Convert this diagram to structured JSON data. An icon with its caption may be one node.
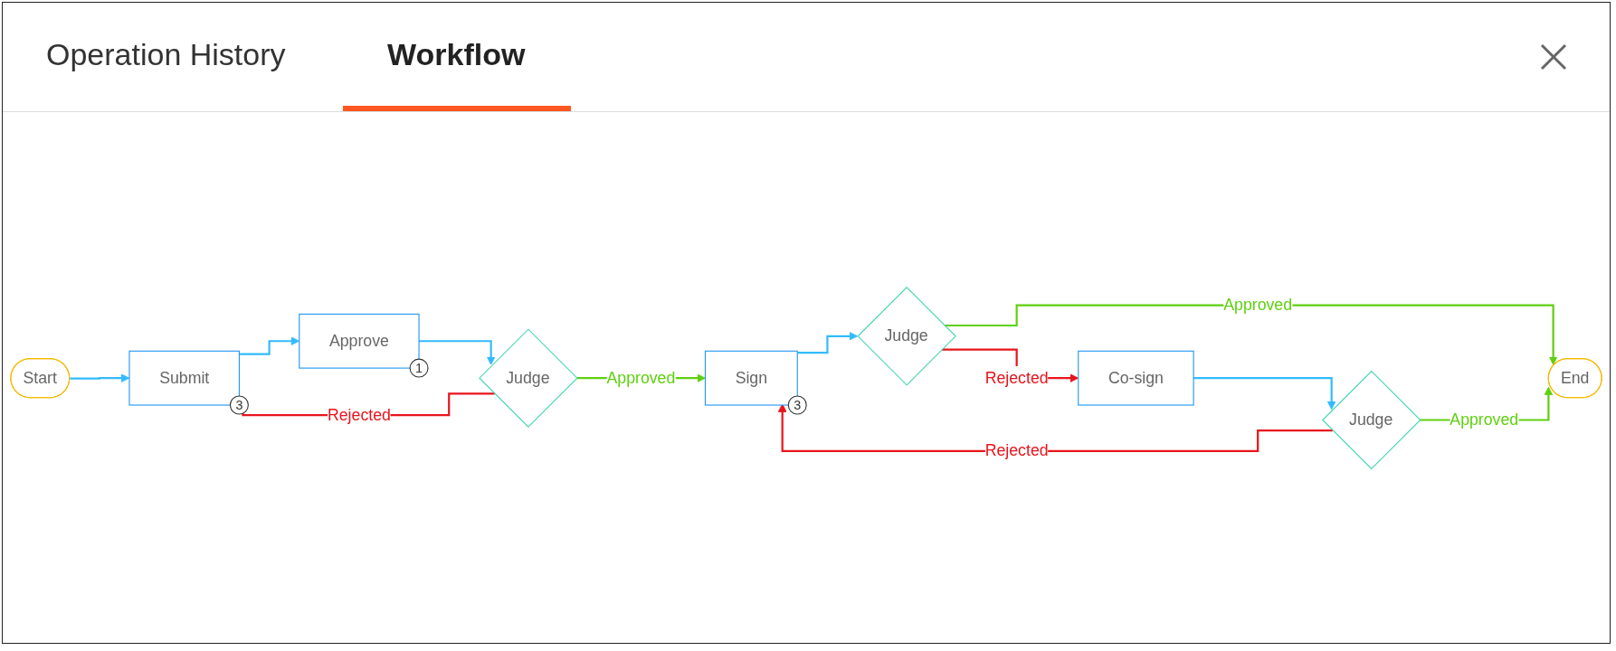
{
  "diagram": {
    "nodes": [
      {
        "text": [
          "Start"
        ]
      },
      {
        "text": [
          "Submit"
        ],
        "beside": [
          "3"
        ]
      },
      {
        "text": [
          "Approve"
        ],
        "beside": [
          "1"
        ]
      },
      {
        "text": [
          "Judge"
        ]
      },
      {
        "text": [
          "Sign"
        ],
        "beside": [
          "3"
        ]
      },
      {
        "text": [
          "Judge"
        ]
      },
      {
        "text": [
          "Co-sign"
        ]
      },
      {
        "text": [
          "Judge"
        ]
      },
      {
        "text": [
          "End"
        ]
      }
    ],
    "edges": [
      {
        "from": 0,
        "to": 1,
        "arrow": "to"
      },
      {
        "from": 1,
        "to": 2,
        "arrow": "to"
      },
      {
        "from": 2,
        "to": 3,
        "arrow": "to"
      },
      {
        "from": 3,
        "to": 1,
        "arrow": "to",
        "label": "Rejected",
        "color": "#e8141b"
      },
      {
        "from": 3,
        "to": 4,
        "arrow": "to",
        "label": "Approved",
        "color": "#5fd00f"
      },
      {
        "from": 4,
        "to": 5,
        "arrow": "to"
      },
      {
        "from": 5,
        "to": 6,
        "arrow": "to",
        "label": "Rejected",
        "color": "#e8141b"
      },
      {
        "from": 5,
        "to": 8,
        "arrow": "to",
        "label": "Approved",
        "color": "#5fd00f"
      },
      {
        "from": 6,
        "to": 7,
        "arrow": "to"
      },
      {
        "from": 7,
        "to": 4,
        "arrow": "to",
        "label": "Rejected",
        "color": "#e8141b"
      },
      {
        "from": 7,
        "to": 8,
        "arrow": "to",
        "label": "Approved",
        "color": "#5fd00f"
      }
    ],
    "labels": [
      "Operation History",
      "Workflow"
    ]
  }
}
